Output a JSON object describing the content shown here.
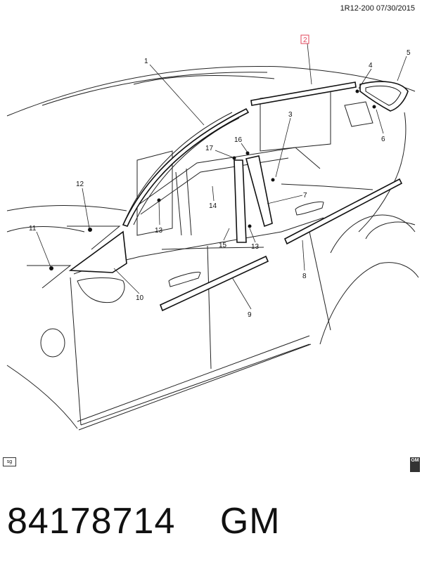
{
  "header": {
    "ref": "1R12-200  07/30/2015"
  },
  "callouts": [
    {
      "id": "1",
      "label": "1"
    },
    {
      "id": "2",
      "label": "2",
      "highlight": "#e0445a"
    },
    {
      "id": "3",
      "label": "3"
    },
    {
      "id": "4",
      "label": "4"
    },
    {
      "id": "5",
      "label": "5"
    },
    {
      "id": "6",
      "label": "6"
    },
    {
      "id": "7",
      "label": "7"
    },
    {
      "id": "8",
      "label": "8"
    },
    {
      "id": "9",
      "label": "9"
    },
    {
      "id": "10",
      "label": "10"
    },
    {
      "id": "11",
      "label": "11"
    },
    {
      "id": "12",
      "label": "12"
    },
    {
      "id": "13a",
      "label": "13"
    },
    {
      "id": "13b",
      "label": "13"
    },
    {
      "id": "14",
      "label": "14"
    },
    {
      "id": "15",
      "label": "15"
    },
    {
      "id": "16",
      "label": "16"
    },
    {
      "id": "17",
      "label": "17"
    }
  ],
  "badges": {
    "sg": "sg",
    "gm": "GM"
  },
  "footer": {
    "part_number": "84178714",
    "brand": "GM"
  },
  "colors": {
    "line": "#222222",
    "highlight": "#e0445a"
  }
}
